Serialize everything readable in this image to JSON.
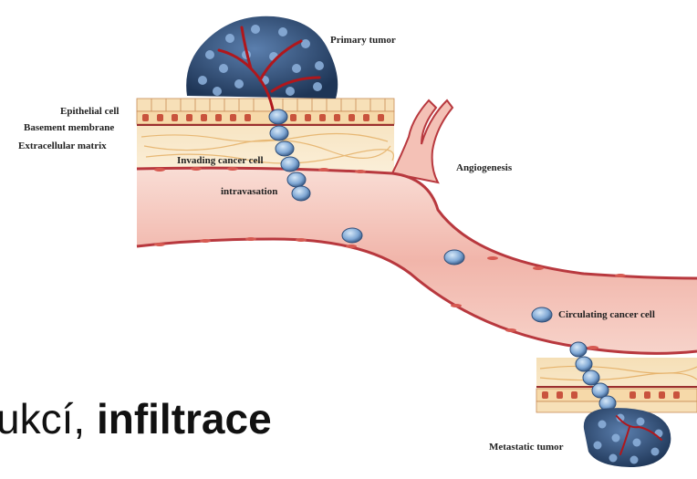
{
  "labels": {
    "primary_tumor": "Primary tumor",
    "epithelial_cell": "Epithelial cell",
    "basement_membrane": "Basement membrane",
    "extracellular_matrix": "Extracellular matrix",
    "invading_cancer_cell": "Invading cancer cell",
    "intravasation": "intravasation",
    "angiogenesis": "Angiogenesis",
    "circulating_cancer_cell": "Circulating cancer cell",
    "metastatic_tumor": "Metastatic tumor"
  },
  "caption": {
    "prefix": "ukcí, ",
    "bold": "infiltrace"
  },
  "colors": {
    "tumor_blue": "#3b5d86",
    "cell_light": "#9ec2e6",
    "vessel_red": "#b8383e",
    "vessel_fill": "#f6cfc6",
    "tissue_tan": "#f3d9a8"
  }
}
